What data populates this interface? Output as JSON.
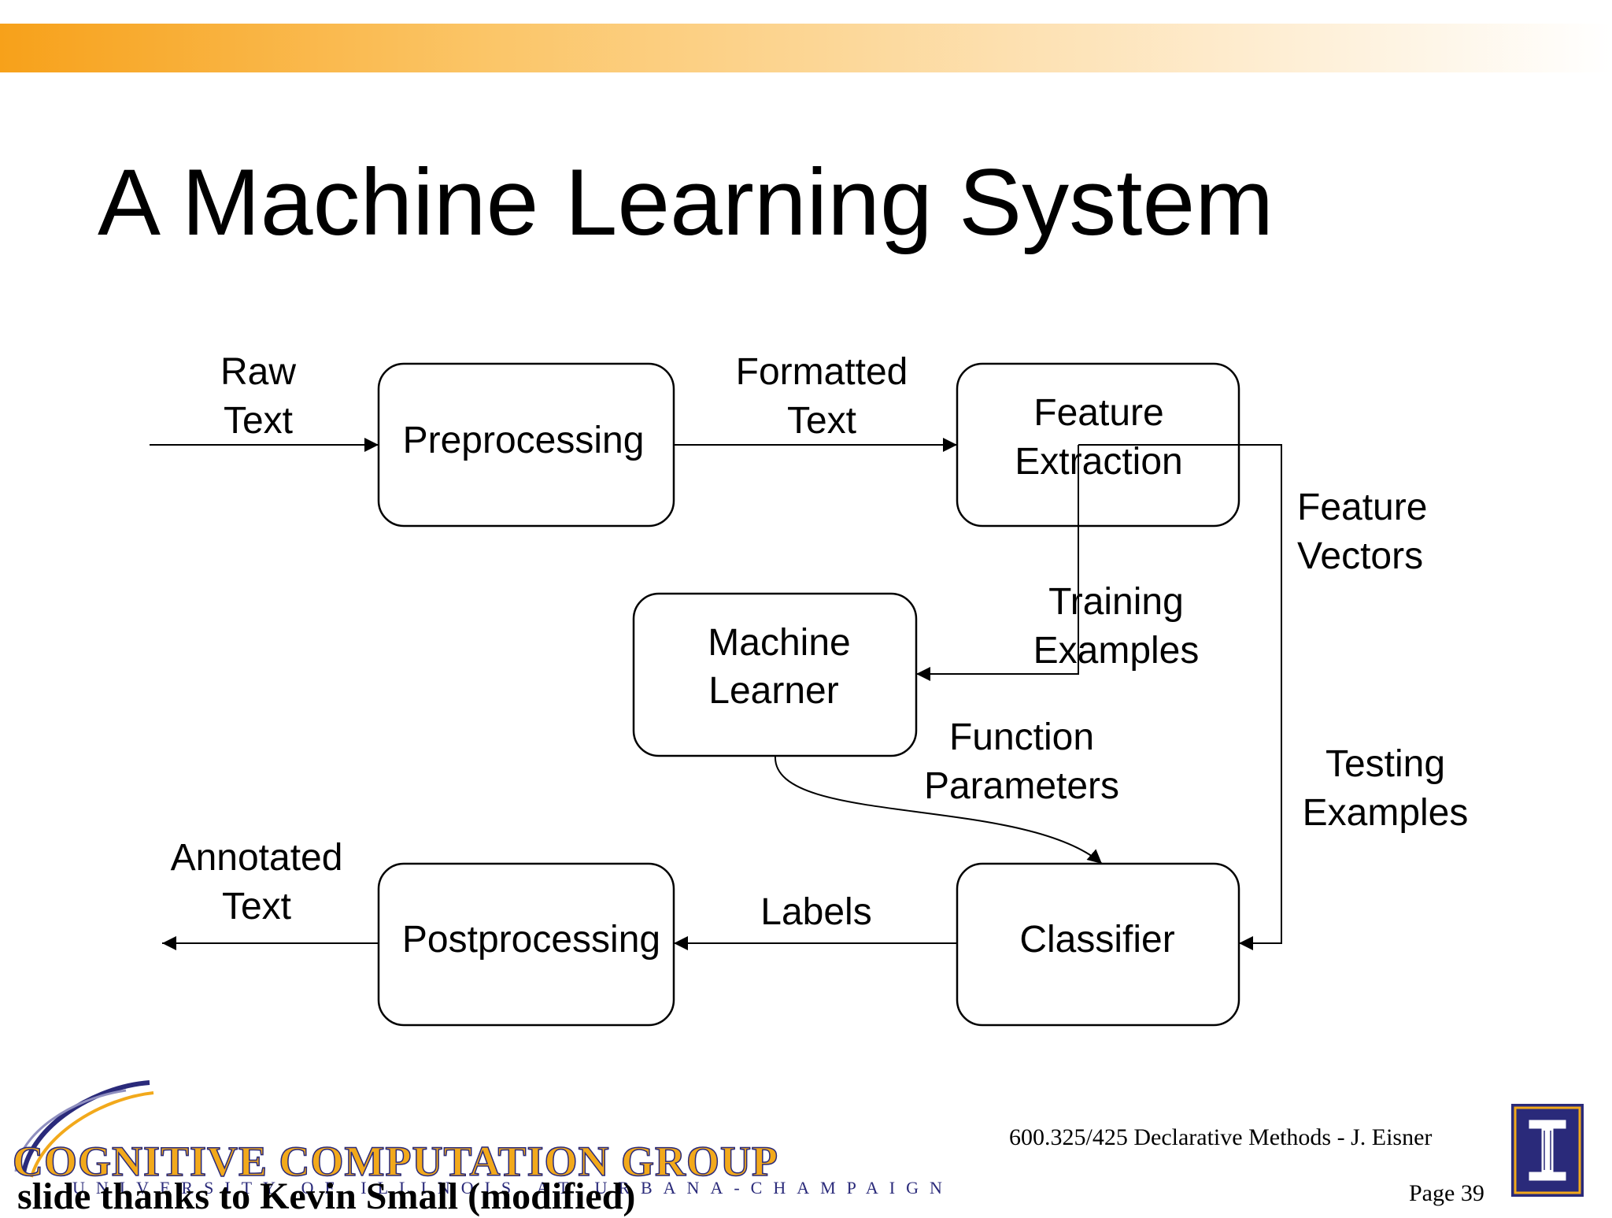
{
  "slide": {
    "title": "A Machine Learning System"
  },
  "diagram": {
    "nodes": {
      "preprocessing": "Preprocessing",
      "feature_extraction": [
        "Feature",
        "Extraction"
      ],
      "machine_learner": [
        "Machine",
        "Learner"
      ],
      "classifier": "Classifier",
      "postprocessing": "Postprocessing"
    },
    "edge_labels": {
      "raw_text": [
        "Raw",
        "Text"
      ],
      "formatted_text": [
        "Formatted",
        "Text"
      ],
      "feature_vectors": [
        "Feature",
        "Vectors"
      ],
      "training_examples": [
        "Training",
        "Examples"
      ],
      "function_parameters": [
        "Function",
        "Parameters"
      ],
      "testing_examples": [
        "Testing",
        "Examples"
      ],
      "labels": "Labels",
      "annotated_text": [
        "Annotated",
        "Text"
      ]
    }
  },
  "footer": {
    "course": "600.325/425 Declarative Methods - J. Eisner",
    "page": "Page 39",
    "credit": "slide thanks to Kevin Small (modified)",
    "logo_title": "COGNITIVE COMPUTATION GROUP",
    "logo_subtitle": "UNIVERSITY OF ILLINOIS AT URBANA-CHAMPAIGN"
  },
  "colors": {
    "accent_orange": "#f7a11a",
    "logo_navy": "#2a2a7a",
    "logo_gold": "#f2a91b"
  }
}
